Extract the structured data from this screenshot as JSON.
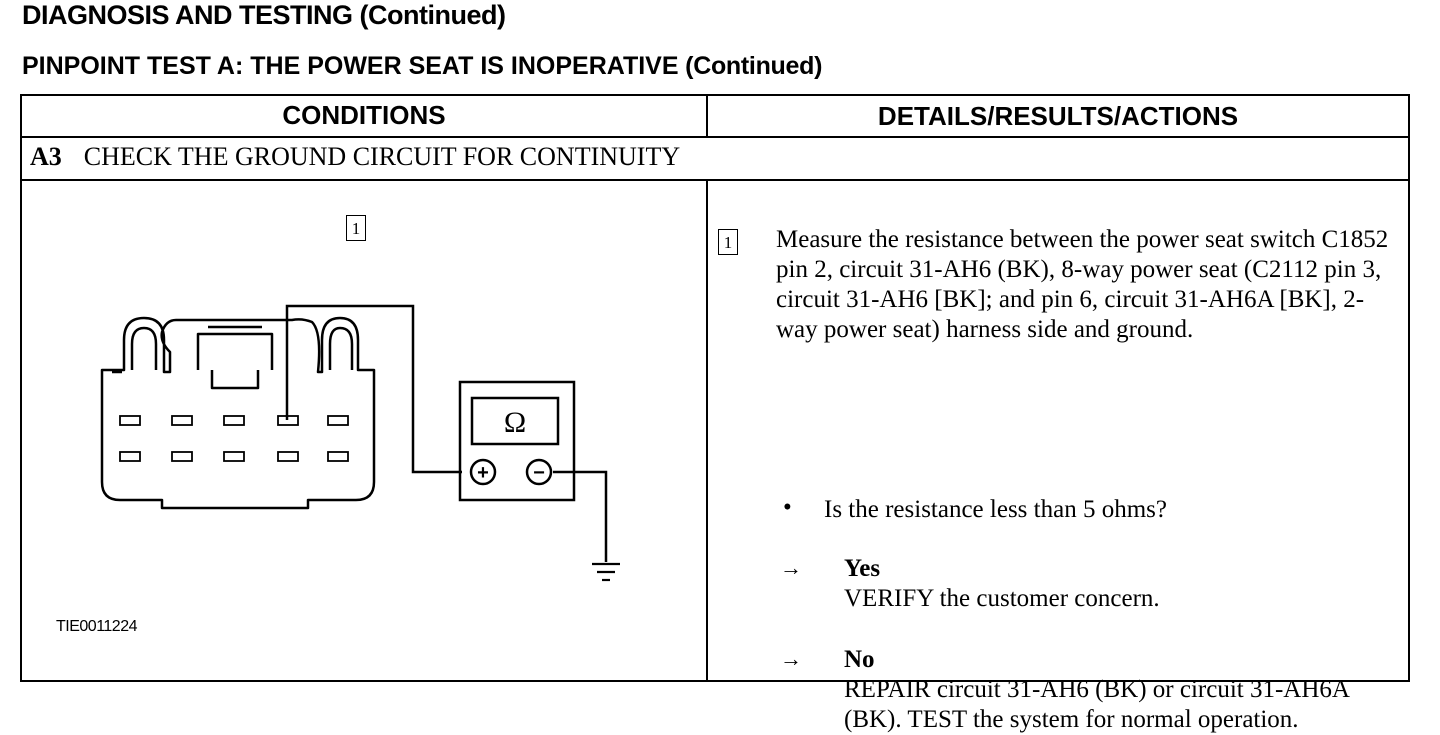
{
  "header": {
    "title": "DIAGNOSIS AND TESTING (Continued)",
    "test_title": "PINPOINT TEST A:  THE POWER SEAT IS INOPERATIVE",
    "test_title_suffix": " (Continued)"
  },
  "table": {
    "col_conditions": "CONDITIONS",
    "col_details": "DETAILS/RESULTS/ACTIONS",
    "step_id": "A3",
    "step_title": "CHECK THE GROUND CIRCUIT FOR CONTINUITY"
  },
  "figure": {
    "callout": "1",
    "meter_symbol": "Ω",
    "plus_symbol": "+",
    "minus_symbol": "−",
    "figure_id": "TIE0011224",
    "icons": [
      "connector-icon",
      "ohmmeter-icon",
      "ground-icon"
    ]
  },
  "details": {
    "callout": "1",
    "instruction": "Measure the resistance between the power seat switch C1852 pin 2, circuit 31-AH6 (BK), 8-way power seat (C2112 pin 3, circuit 31-AH6 [BK]; and pin 6, circuit 31-AH6A [BK], 2-way power seat) harness side and ground.",
    "bullet": "•",
    "question": "Is the resistance less than 5 ohms?",
    "arrow": "→",
    "yes_label": "Yes",
    "yes_action": "VERIFY the customer concern.",
    "no_label": "No",
    "no_action": "REPAIR circuit 31-AH6 (BK) or circuit 31-AH6A (BK). TEST the system for normal operation."
  }
}
